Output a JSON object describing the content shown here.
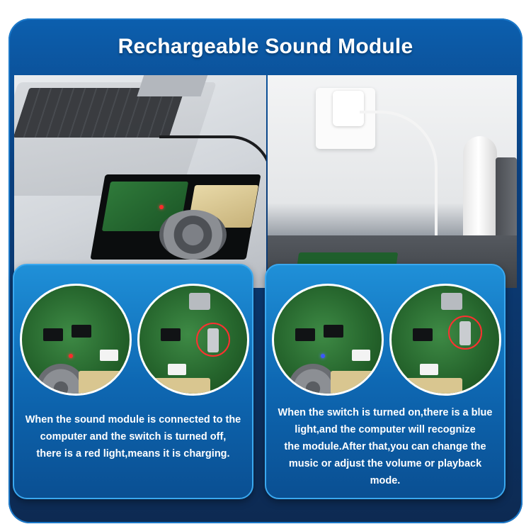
{
  "header": {
    "title": "Rechargeable Sound Module"
  },
  "cards": [
    {
      "lines": [
        "When the sound module is connected to the",
        "computer and the switch is turned off,",
        "there is a red light,means it is charging."
      ],
      "led_color": "#ff2a2a"
    },
    {
      "lines": [
        "When the switch is turned on,there is a blue",
        "light,and the computer will recognize",
        "the module.After that,you can change the",
        "music or adjust the volume or playback mode."
      ],
      "led_color": "#3b57ff"
    }
  ],
  "colors": {
    "frame": "#0a3f7e",
    "card": "#1f90d8",
    "highlight_ring": "#ff3030"
  }
}
